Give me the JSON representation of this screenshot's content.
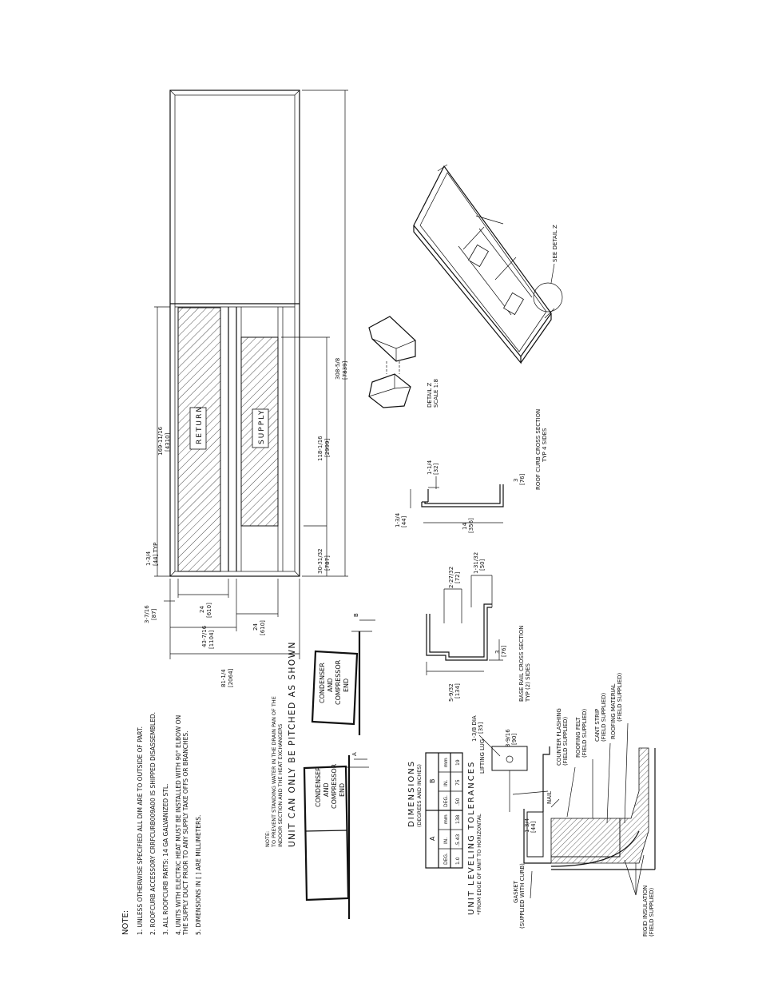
{
  "notes": {
    "heading": "NOTE:",
    "items": [
      "1.  UNLESS OTHERWISE SPECIFIED ALL DIM ARE TO OUTSIDE OF PART.",
      "2.  ROOFCURB ACCESSORY CRRFCURB009A00 IS SHIPPED DISASSEMBLED.",
      "3.  ALL ROOFCURB PARTS: 14 GA GALVANIZED STL.",
      "4.  UNITS WITH ELECTRIC HEAT MUST BE INSTALLED WITH 90° ELBOW ON",
      "     THE SUPPLY DUCT PRIOR TO ANY SUPPLY TAKE OFFS OR BRANCHES.",
      "5.  DIMENSIONS IN [  ] ARE MILLIMETERS."
    ]
  },
  "curb_plan": {
    "return_label": "RETURN",
    "supply_label": "SUPPLY",
    "dimensions": {
      "overall_length": "308-5/8",
      "overall_length_mm": "[7839]",
      "return_length": "169-11/16",
      "return_length_mm": "[4310]",
      "supply_length": "118-1/16",
      "supply_length_mm": "[2999]",
      "rail_typ": "1-3/4",
      "rail_typ_mm": "[44] TYP",
      "supply_offset": "30-31/32",
      "supply_offset_mm": "[787]",
      "edge": "3-7/16",
      "edge_mm": "[87]",
      "opening_a": "24",
      "opening_a_mm": "[610]",
      "opening_b": "24",
      "opening_b_mm": "[610]",
      "mid_width": "43-7/16",
      "mid_width_mm": "[1104]",
      "overall_width": "81-1/4",
      "overall_width_mm": "[2064]"
    }
  },
  "pitch": {
    "note_lines": [
      "NOTE:",
      "TO PREVENT STANDING WATER IN THE DRAIN PAN OF THE",
      "INDOOR SECTION AND THE HEAT EXCHANGERS"
    ],
    "main": "UNIT CAN ONLY BE PITCHED AS SHOWN",
    "unit_label_lines": [
      "CONDENSER",
      "AND",
      "COMPRESSOR",
      "END"
    ],
    "label_a": "A",
    "label_b": "B"
  },
  "tolerances": {
    "title": "DIMENSIONS",
    "subtitle": "(DEGREES AND INCHES)",
    "heading": "UNIT LEVELING TOLERANCES",
    "subheading": "*FROM EDGE OF UNIT TO HORIZONTAL",
    "group_a": "A",
    "group_b": "B",
    "columns": [
      "DEG.",
      "IN.",
      "mm",
      "DEG.",
      "IN.",
      "mm"
    ],
    "row": [
      "1.0",
      ".5.43",
      "138",
      ".50",
      "75",
      "19"
    ]
  },
  "base_rail": {
    "title": "BASE RAIL CROSS SECTION",
    "subtitle": "TYP (2) SIDES",
    "dims": {
      "d1": "2-27/32",
      "d1_mm": "[72]",
      "d2": "1-31/32",
      "d2_mm": "[50]",
      "d3": "3",
      "d3_mm": "[76]",
      "d4": "5-9/32",
      "d4_mm": "[134]"
    }
  },
  "roof_curb": {
    "title": "ROOF CURB CROSS SECTION",
    "subtitle": "TYP 4 SIDES",
    "dims": {
      "d1": "1-3/4",
      "d1_mm": "[44]",
      "d2": "1-1/4",
      "d2_mm": "[32]",
      "d3": "14",
      "d3_mm": "[356]",
      "d4": "3",
      "d4_mm": "[76]"
    }
  },
  "detail_z": {
    "title": "DETAIL  Z",
    "scale": "SCALE  1:8",
    "callout": "SEE DETAIL  Z"
  },
  "flashing": {
    "lifting_lug": "LIFTING LUG",
    "dia": "1-3/8 DIA",
    "dia_mm": "[35]",
    "d1": "3-9/16",
    "d1_mm": "[90]",
    "d2": "1-3/4",
    "d2_mm": "[44]",
    "nail": "NAIL",
    "counter_flashing_lines": [
      "COUNTER FLASHING",
      "(FIELD SUPPLIED)"
    ],
    "roofing_felt_lines": [
      "ROOFING FELT",
      "(FIELD SUPPLIED)"
    ],
    "cant_strip_lines": [
      "CANT STRIP",
      "(FIELD SUPPLIED)"
    ],
    "roofing_material_lines": [
      "ROOFING MATERIAL",
      "(FIELD SUPPLIED)"
    ],
    "gasket_lines": [
      "GASKET",
      "(SUPPLIED WITH CURB)"
    ],
    "rigid_insulation_lines": [
      "RIGID INSULATION",
      "(FIELD SUPPLIED)"
    ]
  }
}
